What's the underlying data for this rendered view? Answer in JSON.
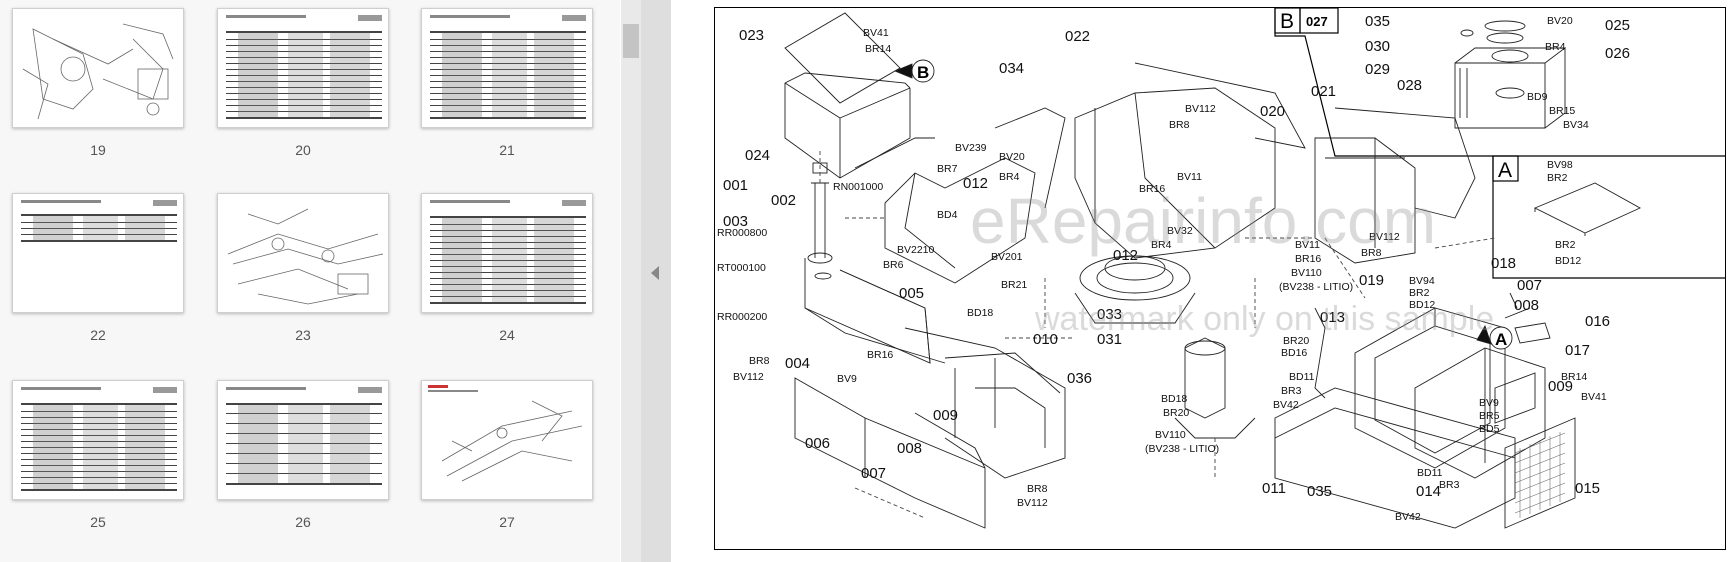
{
  "thumbnails": [
    {
      "label": "19",
      "type": "drawing"
    },
    {
      "label": "20",
      "type": "table"
    },
    {
      "label": "21",
      "type": "table"
    },
    {
      "label": "22",
      "type": "table-short"
    },
    {
      "label": "23",
      "type": "drawing"
    },
    {
      "label": "24",
      "type": "table"
    },
    {
      "label": "25",
      "type": "table"
    },
    {
      "label": "26",
      "type": "table"
    },
    {
      "label": "27",
      "type": "drawing"
    }
  ],
  "drawing": {
    "box_b": "B",
    "box_b_code": "027",
    "box_a": "A",
    "callout_b": "B",
    "callout_a": "A",
    "parts": {
      "p001": "001",
      "p002": "002",
      "p003": "003",
      "p004": "004",
      "p005": "005",
      "p006": "006",
      "p007": "007",
      "p008": "008",
      "p009": "009",
      "p010": "010",
      "p011": "011",
      "p012": "012",
      "p013": "013",
      "p014": "014",
      "p015": "015",
      "p016": "016",
      "p017": "017",
      "p018": "018",
      "p019": "019",
      "p020": "020",
      "p021": "021",
      "p022": "022",
      "p023": "023",
      "p024": "024",
      "p025": "025",
      "p026": "026",
      "p028": "028",
      "p029": "029",
      "p030": "030",
      "p031": "031",
      "p033": "033",
      "p034": "034",
      "p035": "035",
      "p036": "036"
    },
    "hardware": {
      "bv41": "BV41",
      "br14": "BR14",
      "bv239": "BV239",
      "br7": "BR7",
      "rn001000": "RN001000",
      "bv2210": "BV2210",
      "br6": "BR6",
      "rr000800": "RR000800",
      "rt000100": "RT000100",
      "rr000200": "RR000200",
      "br8": "BR8",
      "bv112": "BV112",
      "br16": "BR16",
      "bv9": "BV9",
      "bv20": "BV20",
      "br4": "BR4",
      "bd4": "BD4",
      "bv201": "BV201",
      "br21": "BR21",
      "bd18": "BD18",
      "bv11": "BV11",
      "bv32": "BV32",
      "bv110": "BV110",
      "bv238_litio": "(BV238 - LITIO)",
      "br20": "BR20",
      "br3": "BR3",
      "bv42": "BV42",
      "bd11": "BD11",
      "br5": "BR5",
      "bd5": "BD5",
      "bv98": "BV98",
      "br2": "BR2",
      "bd12": "BD12",
      "bv94": "BV94",
      "bd9": "BD9",
      "br15": "BR15",
      "bv34": "BV34",
      "bd16": "BD16"
    },
    "watermark": "eRepairinfo.com",
    "watermark_sub": "watermark only on this sample"
  }
}
